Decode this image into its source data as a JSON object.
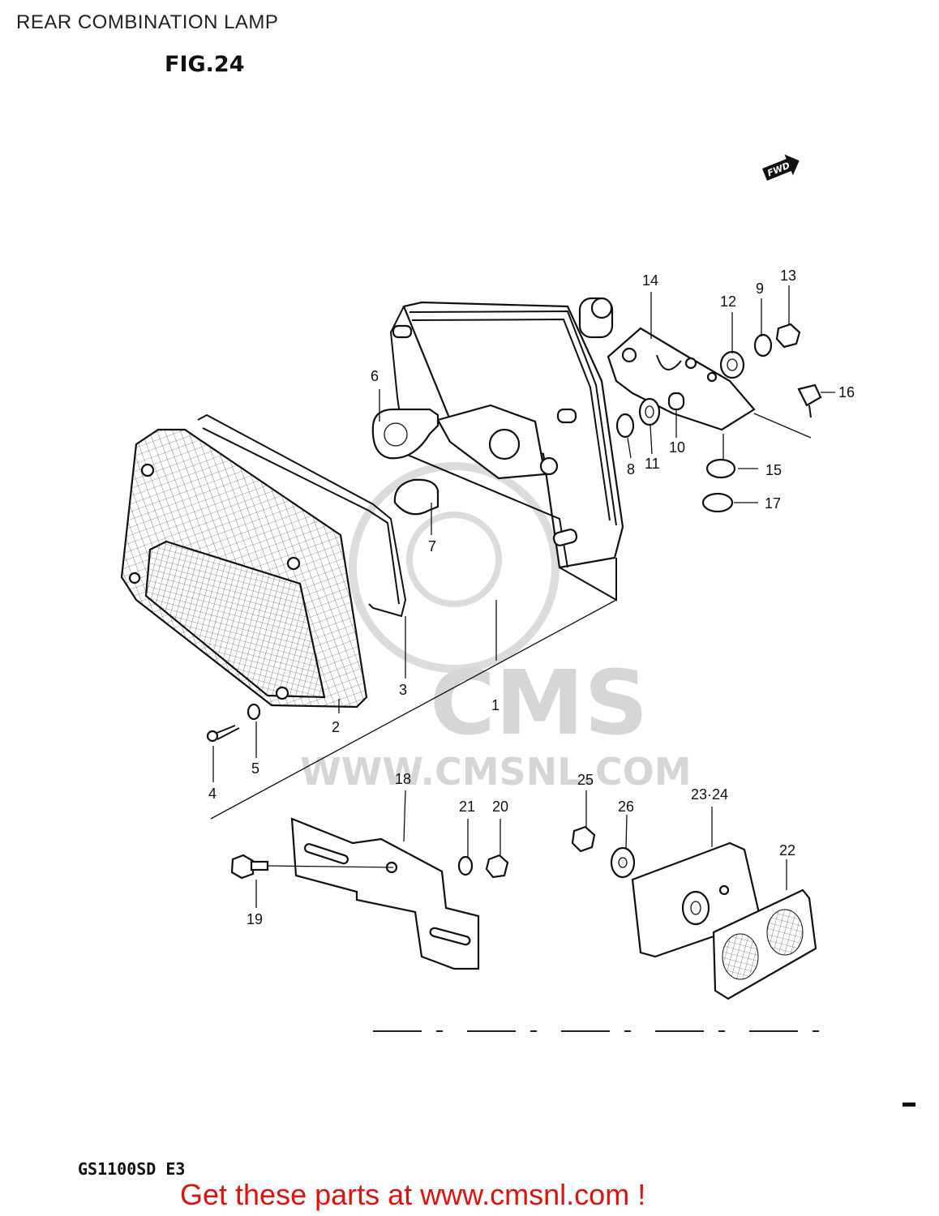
{
  "header": {
    "title": "REAR COMBINATION LAMP",
    "figure": "FIG.24"
  },
  "direction_arrow": {
    "label": "FWD",
    "icon": "forward-arrow-icon"
  },
  "watermark": {
    "brand": "CMS",
    "url": "WWW.CMSNL.COM"
  },
  "callouts": [
    {
      "id": "1",
      "label": "1"
    },
    {
      "id": "2",
      "label": "2"
    },
    {
      "id": "3",
      "label": "3"
    },
    {
      "id": "4",
      "label": "4"
    },
    {
      "id": "5",
      "label": "5"
    },
    {
      "id": "6",
      "label": "6"
    },
    {
      "id": "7",
      "label": "7"
    },
    {
      "id": "8",
      "label": "8"
    },
    {
      "id": "9",
      "label": "9"
    },
    {
      "id": "10",
      "label": "10"
    },
    {
      "id": "11",
      "label": "11"
    },
    {
      "id": "12",
      "label": "12"
    },
    {
      "id": "13",
      "label": "13"
    },
    {
      "id": "14",
      "label": "14"
    },
    {
      "id": "15",
      "label": "15"
    },
    {
      "id": "16",
      "label": "16"
    },
    {
      "id": "17",
      "label": "17"
    },
    {
      "id": "18",
      "label": "18"
    },
    {
      "id": "19",
      "label": "19"
    },
    {
      "id": "20",
      "label": "20"
    },
    {
      "id": "21",
      "label": "21"
    },
    {
      "id": "22",
      "label": "22"
    },
    {
      "id": "23-24",
      "label": "23·24"
    },
    {
      "id": "25",
      "label": "25"
    },
    {
      "id": "26",
      "label": "26"
    }
  ],
  "footer": {
    "model": "GS1100SD E3",
    "link_text": "Get these parts at www.cmsnl.com !"
  },
  "colors": {
    "link": "#e0120c",
    "ink": "#111111",
    "watermark": "#cfcfcf"
  }
}
